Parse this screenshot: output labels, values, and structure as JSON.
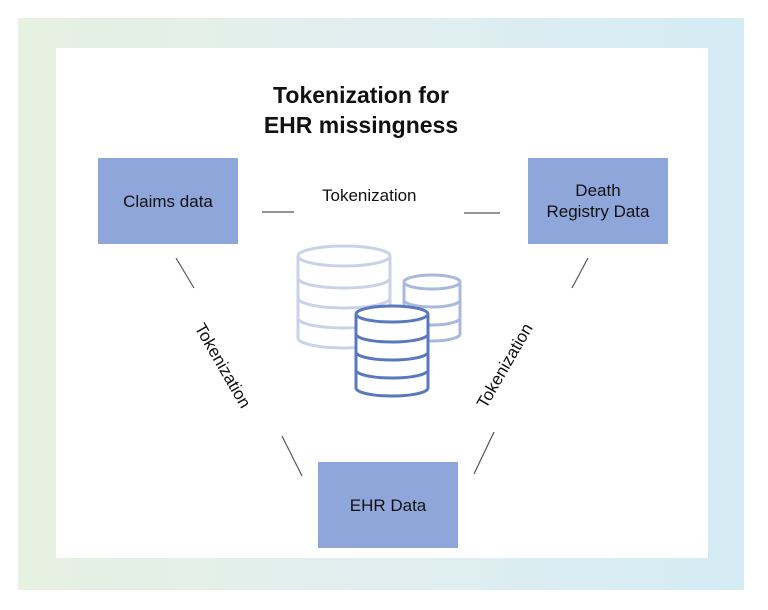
{
  "title": {
    "line1": "Tokenization for",
    "line2": "EHR missingness"
  },
  "nodes": {
    "claims": "Claims data",
    "death_line1": "Death",
    "death_line2": "Registry Data",
    "ehr": "EHR Data"
  },
  "edges": {
    "top": "Tokenization",
    "left": "Tokenization",
    "right": "Tokenization"
  },
  "icons": {
    "center": "database-icon"
  },
  "colors": {
    "node_fill": "#8fa6da",
    "db_front": "#5a78be",
    "db_back": "#c9d2e6",
    "frame_left": "#e6f1e1",
    "frame_right": "#d4ecf4"
  }
}
